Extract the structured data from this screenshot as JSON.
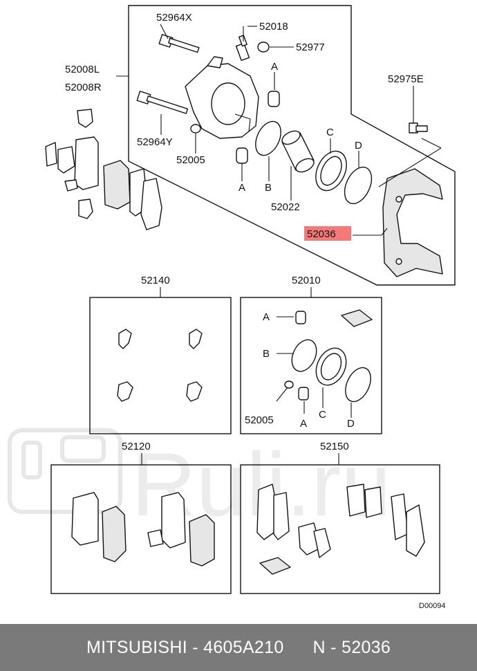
{
  "labels": {
    "p52964X": "52964X",
    "p52018": "52018",
    "p52977": "52977",
    "p52008L": "52008L",
    "p52008R": "52008R",
    "p52975E": "52975E",
    "p52964Y": "52964Y",
    "p52005": "52005",
    "p52022": "52022",
    "p52036": "52036",
    "p52140": "52140",
    "p52010": "52010",
    "p52005b": "52005",
    "p52120": "52120",
    "p52150": "52150",
    "letter_a": "A",
    "letter_b": "B",
    "letter_c": "C",
    "letter_d": "D",
    "drawing_code": "D00094"
  },
  "watermark": "Ruli.ru",
  "footer": {
    "brand": "MITSUBISHI",
    "separator": " - ",
    "part_number": "4605A210",
    "n_label": "N",
    "n_value": "52036"
  },
  "colors": {
    "highlight": "#f47a7a",
    "footer_bg": "#7a7a7a",
    "footer_text": "#ffffff"
  }
}
